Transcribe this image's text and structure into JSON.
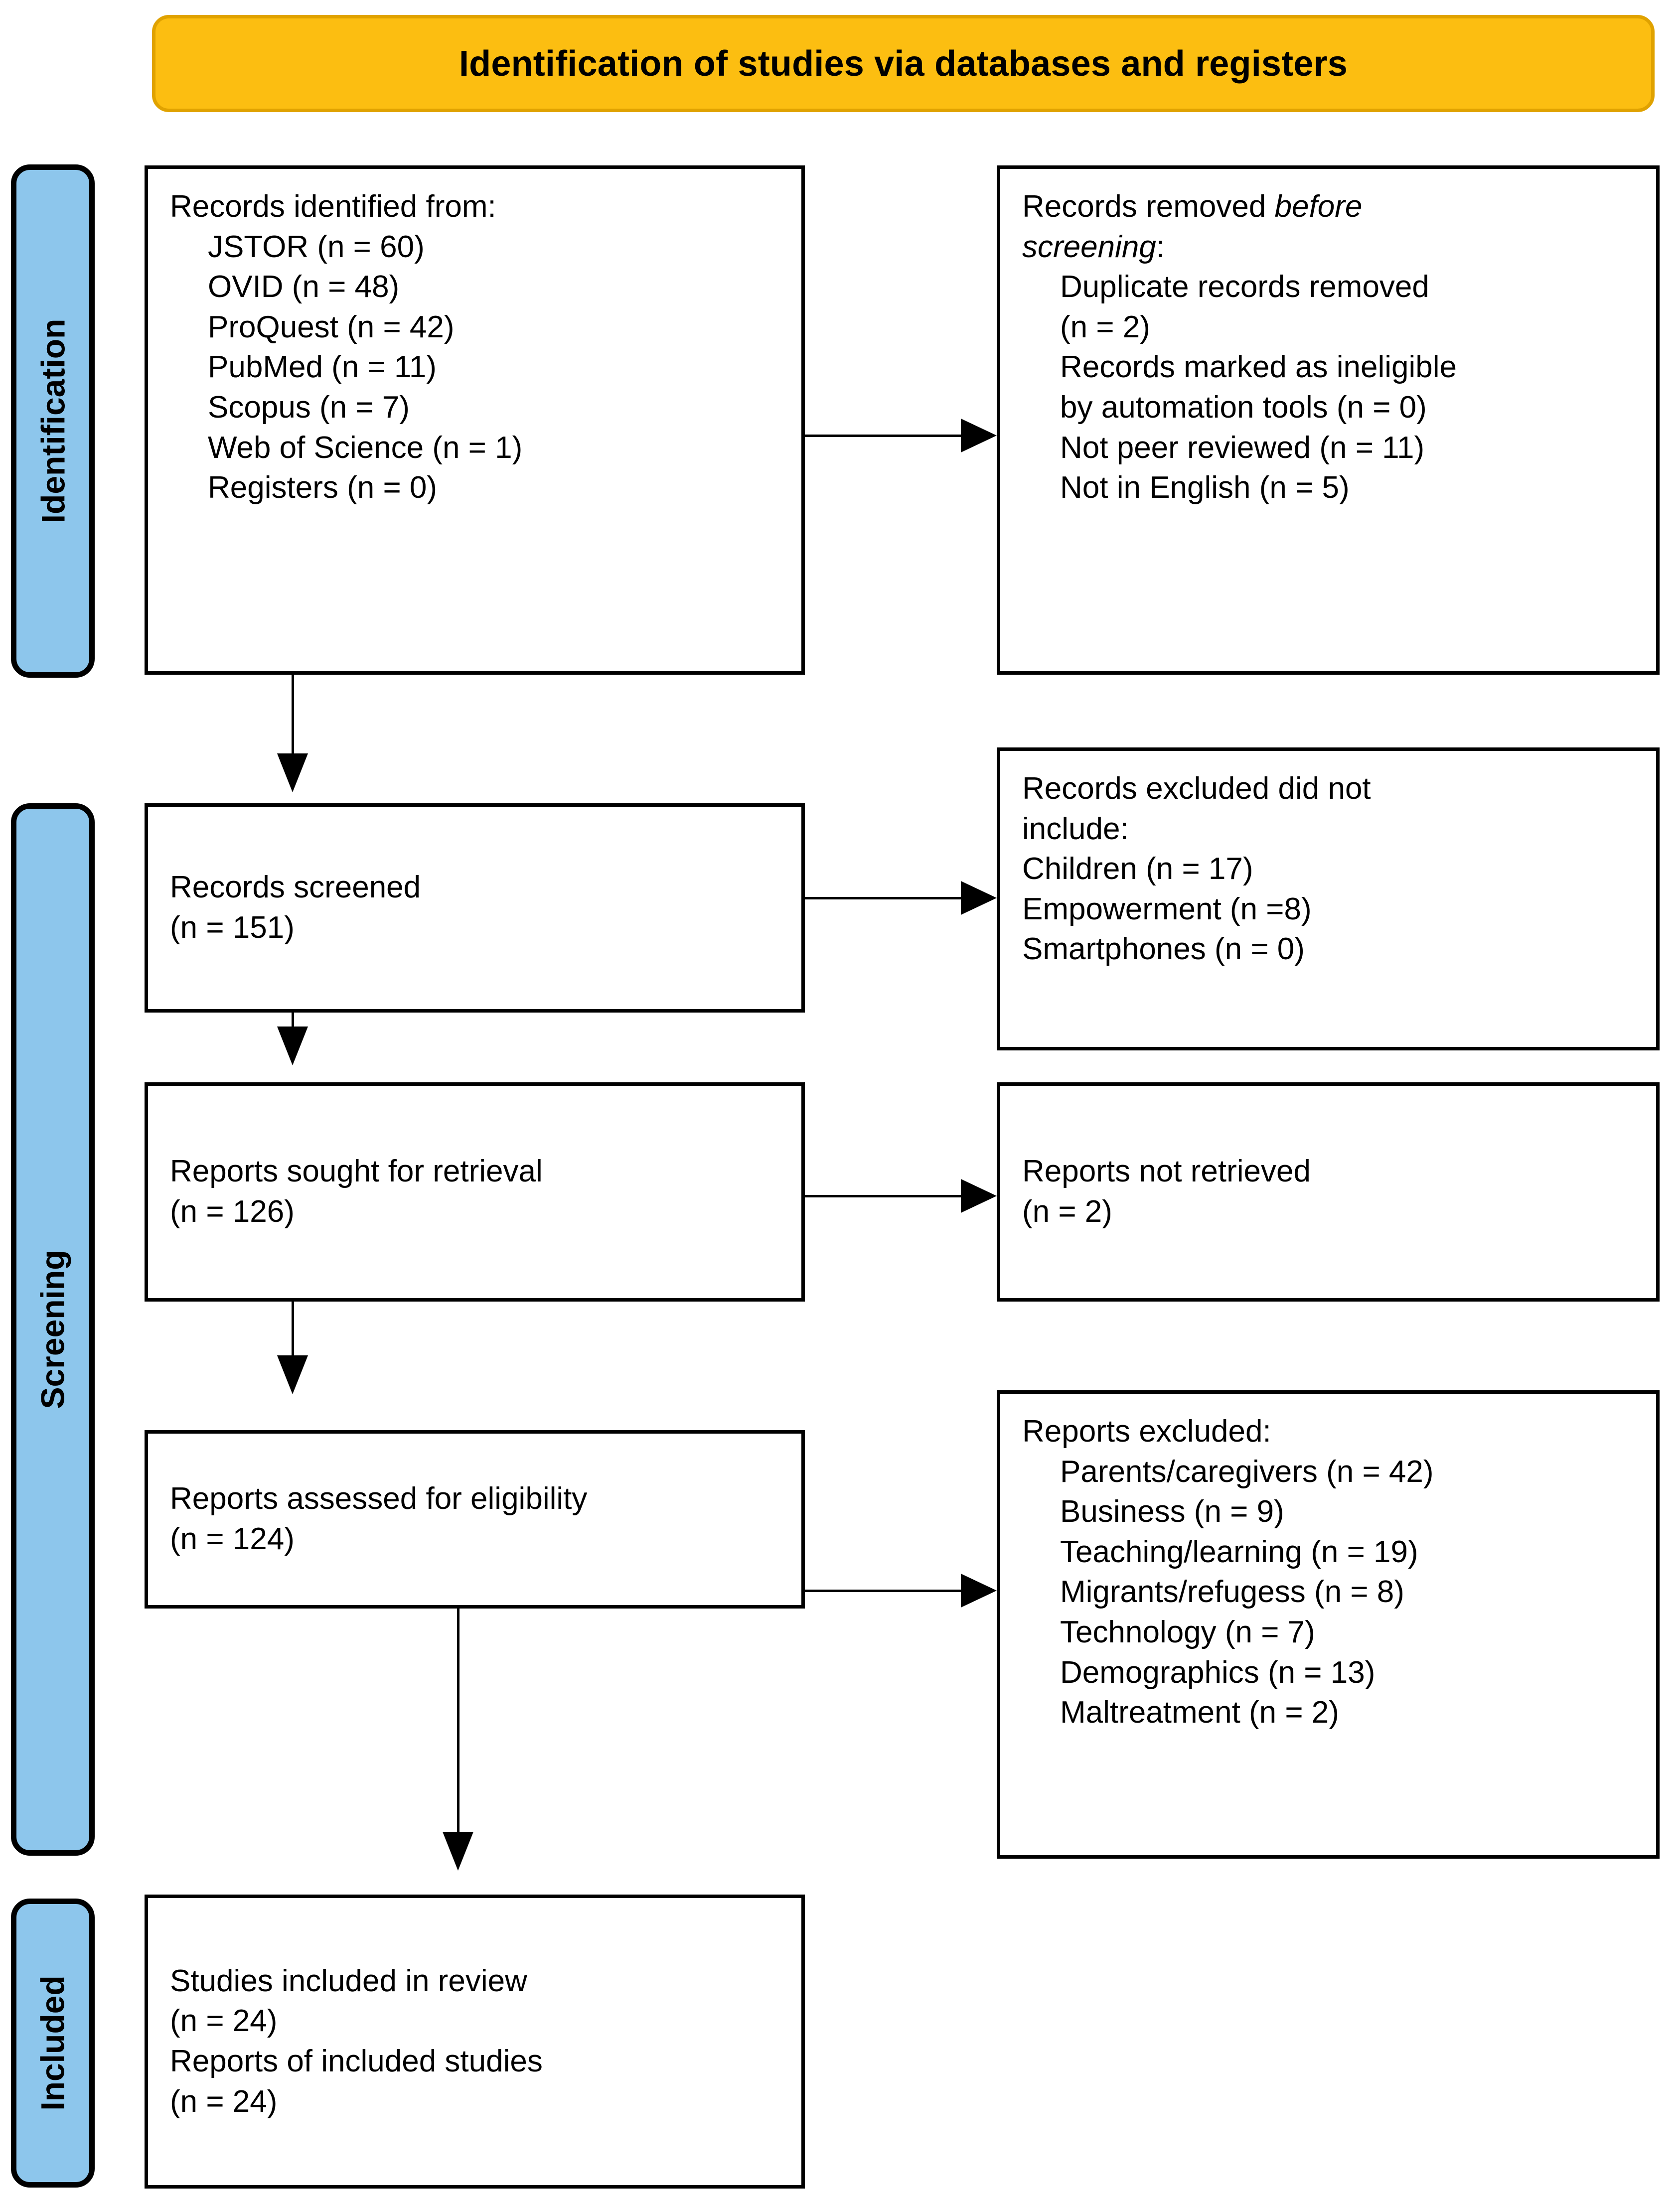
{
  "title": {
    "text": "Identification of studies via databases and registers",
    "fill_color": "#FCBE11",
    "border_color": "#E0A200"
  },
  "stages": {
    "band_color": "#8DC6EC",
    "identification": "Identification",
    "screening": "Screening",
    "included": "Included"
  },
  "boxes": {
    "identified": {
      "heading": "Records identified from:",
      "items": [
        "JSTOR (n = 60)",
        "OVID (n = 48)",
        "ProQuest (n = 42)",
        "PubMed (n = 11)",
        "Scopus (n = 7)",
        "Web of Science (n = 1)",
        "Registers (n = 0)"
      ]
    },
    "removed_before_screening": {
      "heading_pre": "Records removed ",
      "heading_em": "before",
      "heading_em2": "screening",
      "heading_post": ":",
      "items": [
        "Duplicate records removed",
        "(n = 2)",
        "Records marked as ineligible",
        "by automation tools (n = 0)",
        "Not peer reviewed (n = 11)",
        "Not in English (n = 5)"
      ]
    },
    "records_screened": {
      "line1": "Records screened",
      "line2": "(n = 151)"
    },
    "records_excluded": {
      "line1": "Records excluded did not",
      "line2": "include:",
      "items": [
        "Children (n = 17)",
        "Empowerment (n =8)",
        "Smartphones (n = 0)"
      ]
    },
    "reports_sought": {
      "line1": "Reports sought for retrieval",
      "line2": "(n = 126)"
    },
    "reports_not_retrieved": {
      "line1": "Reports not retrieved",
      "line2": "(n = 2)"
    },
    "reports_assessed": {
      "line1": "Reports assessed for eligibility",
      "line2": "(n = 124)"
    },
    "reports_excluded": {
      "heading": "Reports excluded:",
      "items": [
        "Parents/caregivers (n = 42)",
        "Business (n = 9)",
        "Teaching/learning (n = 19)",
        "Migrants/refugess (n = 8)",
        "Technology (n = 7)",
        "Demographics (n = 13)",
        "Maltreatment (n = 2)"
      ]
    },
    "studies_included": {
      "line1": "Studies included in review",
      "line2": "(n = 24)",
      "line3": "Reports of included studies",
      "line4": "(n = 24)"
    }
  }
}
